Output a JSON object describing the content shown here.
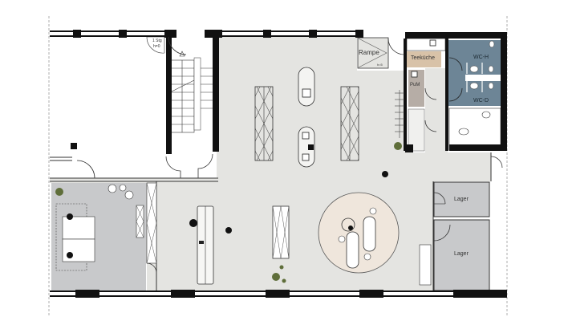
{
  "plan": {
    "type": "floor-plan",
    "colors": {
      "main_floor": "#e4e4e1",
      "office": "#c8c9cb",
      "storage": "#c8c9cb",
      "wc": "#6d8596",
      "kitchen": "#d8c2a8",
      "pum": "#b6ada6",
      "wall": "#111111",
      "table_zone": "#efe6dc"
    },
    "rooms": [
      {
        "id": "rampe",
        "label": "Rampe"
      },
      {
        "id": "teekueche",
        "label": "Teeküche"
      },
      {
        "id": "pum",
        "label": "PuM"
      },
      {
        "id": "wc-h",
        "label": "WC-H"
      },
      {
        "id": "wc-d",
        "label": "WC-D"
      },
      {
        "id": "lager-1",
        "label": "Lager"
      },
      {
        "id": "lager-2",
        "label": "Lager"
      }
    ],
    "annotations": {
      "stair_small_label": "1 Stg",
      "stair_small_sub": "h=0",
      "rampe_sub": "h=5"
    }
  }
}
